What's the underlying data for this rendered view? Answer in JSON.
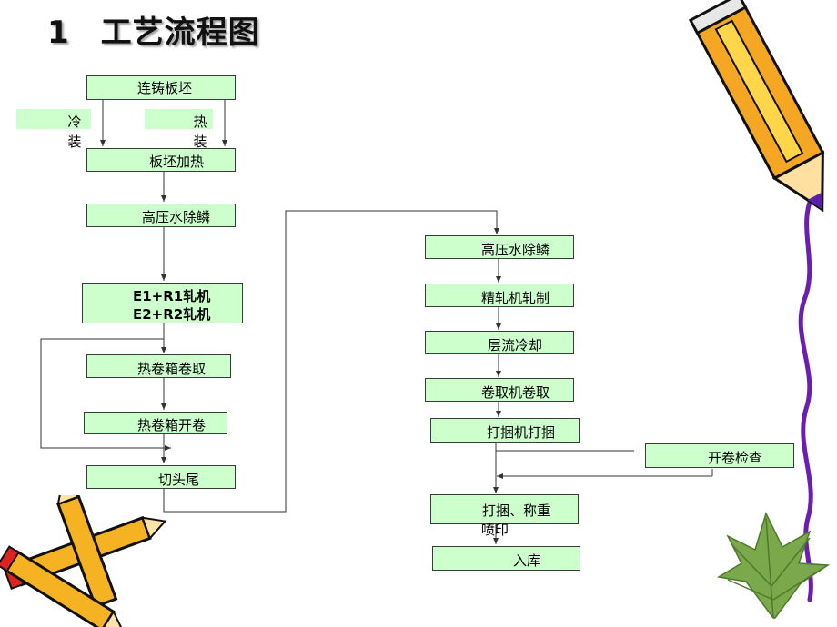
{
  "title": {
    "number": "1",
    "text": "工艺流程图"
  },
  "left_column": {
    "slab": "连铸板坯",
    "cold_charge": [
      "冷",
      "装"
    ],
    "hot_charge": [
      "热",
      "装"
    ],
    "reheat": "板坯加热",
    "descale": "高压水除鳞",
    "rough_mill_1": "E1+R1轧机",
    "rough_mill_2": "E2+R2轧机",
    "coilbox_coil": "热卷箱卷取",
    "coilbox_uncoil": "热卷箱开卷",
    "crop": "切头尾"
  },
  "right_column": {
    "descale": "高压水除鳞",
    "finish_mill": "精轧机轧制",
    "laminar_cool": "层流冷却",
    "coiler": "卷取机卷取",
    "strapping": "打捆机打捆",
    "uncoil_inspect": "开卷检查",
    "strap_weigh": "打捆、称重",
    "spray_mark": "喷印",
    "storage": "入库"
  },
  "colors": {
    "box_fill": "#ccffcc",
    "line": "#333333"
  },
  "decor": [
    "pencil-icon",
    "crayons-icon",
    "leaf-icon"
  ]
}
